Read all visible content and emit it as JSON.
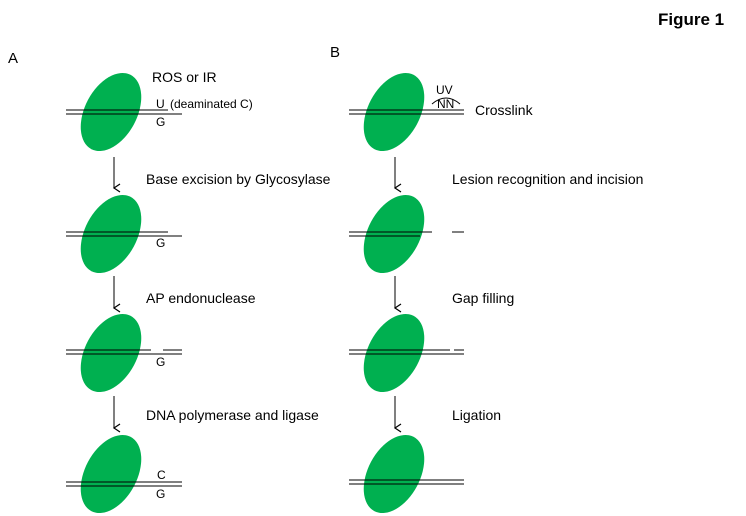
{
  "figure_title": "Figure 1",
  "colors": {
    "blob": "#00b050",
    "line": "#000000"
  },
  "panel_a": {
    "label": "A",
    "damage_label": "ROS or IR",
    "lesion_base": "U",
    "lesion_note": "(deaminated  C)",
    "opposite_base": "G",
    "steps": [
      "Base excision by Glycosylase",
      "AP endonuclease",
      "DNA polymerase and ligase"
    ],
    "repaired_base": "C"
  },
  "panel_b": {
    "label": "B",
    "damage_label": "UV",
    "dimer_label": "NN",
    "crosslink_label": "Crosslink",
    "steps": [
      "Lesion recognition and incision",
      "Gap filling",
      "Ligation"
    ]
  }
}
